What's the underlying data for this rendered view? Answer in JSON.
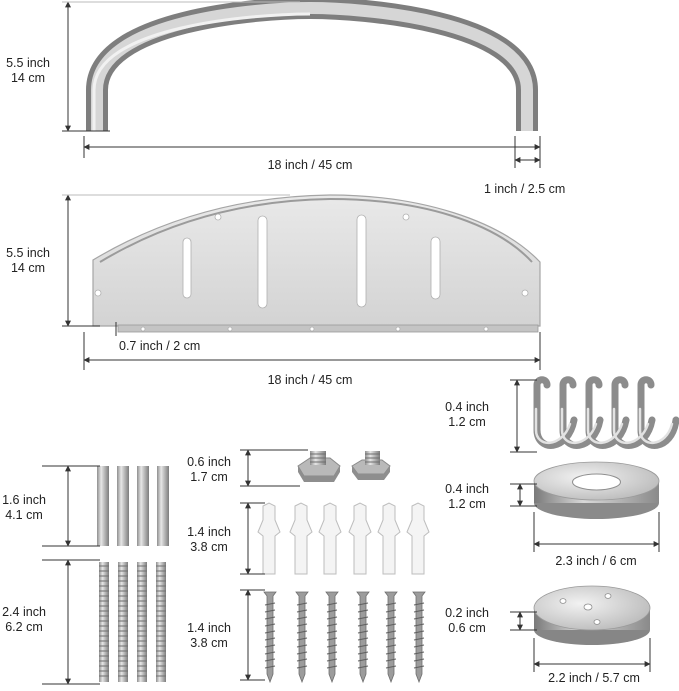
{
  "handle": {
    "height": {
      "inch": "5.5 inch",
      "cm": "14 cm"
    },
    "width": "18 inch / 45 cm",
    "post": "1 inch / 2.5 cm"
  },
  "basket": {
    "height": {
      "inch": "5.5 inch",
      "cm": "14 cm"
    },
    "lip": "0.7 inch / 2 cm",
    "width": "18 inch / 45 cm"
  },
  "hooks": {
    "inch": "0.4 inch",
    "cm": "1.2 cm"
  },
  "nuts": {
    "inch": "0.6 inch",
    "cm": "1.7 cm"
  },
  "anchors": {
    "inch": "1.4 inch",
    "cm": "3.8 cm"
  },
  "screws": {
    "inch": "1.4 inch",
    "cm": "3.8 cm"
  },
  "rods": {
    "inch": "1.6 inch",
    "cm": "4.1 cm"
  },
  "bolts": {
    "inch": "2.4 inch",
    "cm": "6.2 cm"
  },
  "cover_ring": {
    "height": {
      "inch": "0.4 inch",
      "cm": "1.2 cm"
    },
    "width": "2.3 inch / 6 cm"
  },
  "base_plate": {
    "height": {
      "inch": "0.2 inch",
      "cm": "0.6 cm"
    },
    "width": "2.2 inch / 5.7 cm"
  },
  "colors": {
    "metal_light": "#dcdcdc",
    "metal_dark": "#8a8a8a",
    "line": "#333333"
  },
  "icons": [
    "u-handle-icon",
    "basket-icon",
    "s-hook-icon",
    "hex-nut-icon",
    "wall-anchor-icon",
    "wood-screw-icon",
    "steel-rod-icon",
    "threaded-bolt-icon",
    "cover-ring-icon",
    "base-plate-icon"
  ]
}
